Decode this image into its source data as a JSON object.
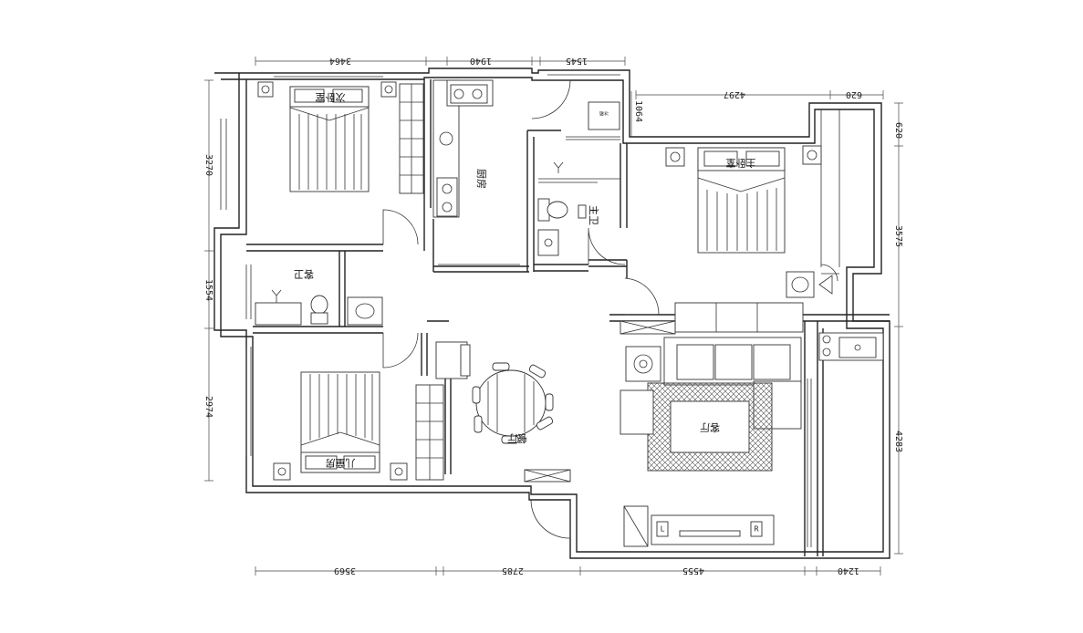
{
  "rooms": {
    "secondary_bedroom": "次卧室",
    "kitchen": "厨房",
    "master_bedroom": "主卧室",
    "master_bath": "主卫",
    "guest_bath": "客卫",
    "children_room": "儿童房",
    "dining": "餐厅",
    "living": "客厅"
  },
  "fridge_label": "冰箱",
  "tv_labels": {
    "left": "L",
    "right": "R"
  },
  "dimensions": {
    "top": [
      "3464",
      "1940",
      "1545",
      "4297",
      "620"
    ],
    "top_small": "1064",
    "bottom": [
      "3569",
      "2785",
      "4555",
      "1240"
    ],
    "left": [
      "3270",
      "1554",
      "2974"
    ],
    "right": [
      "620",
      "3575",
      "4283"
    ]
  }
}
